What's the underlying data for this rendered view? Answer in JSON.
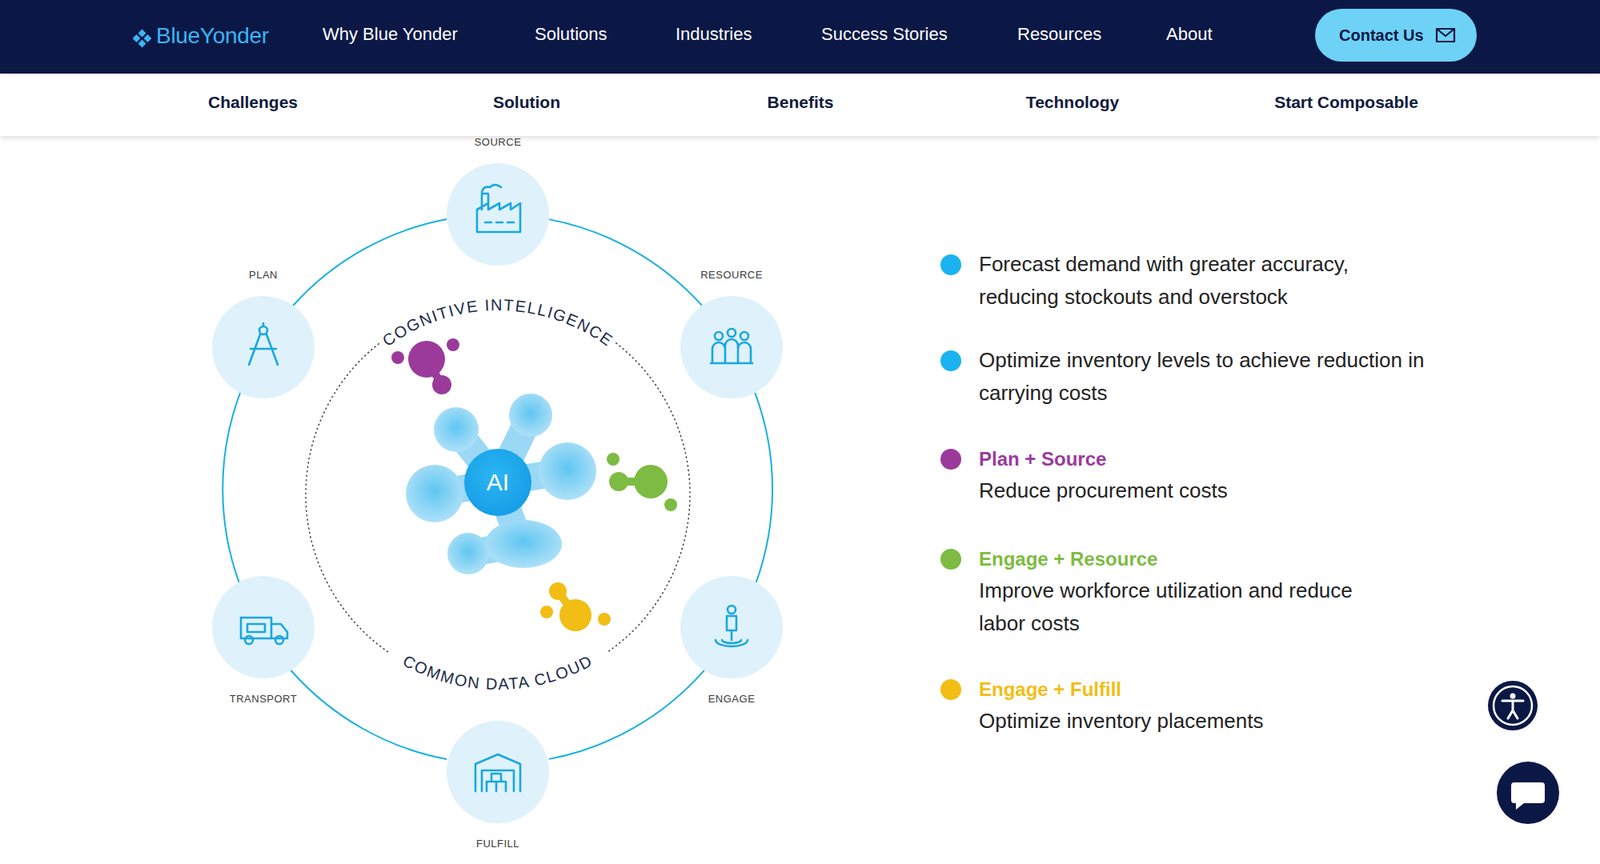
{
  "diagram": {
    "nodes": [
      {
        "text": [
          "Contact Us"
        ]
      },
      {
        "text": [
          "SOURCE"
        ]
      },
      {
        "text": [
          "RESOURCE"
        ]
      },
      {
        "text": [
          "ENGAGE"
        ]
      },
      {
        "text": [
          "FULFILL"
        ]
      },
      {
        "text": [
          "TRANSPORT"
        ]
      },
      {
        "text": [
          "PLAN"
        ]
      },
      {
        "text": [
          "AI"
        ]
      }
    ],
    "edges": [
      {
        "from": 1,
        "to": 2,
        "arrow": "none"
      },
      {
        "from": 2,
        "to": 3,
        "arrow": "none"
      },
      {
        "from": 3,
        "to": 4,
        "arrow": "none"
      },
      {
        "from": 4,
        "to": 5,
        "arrow": "none"
      },
      {
        "from": 5,
        "to": 6,
        "arrow": "none"
      },
      {
        "from": 6,
        "to": 1,
        "arrow": "none"
      }
    ],
    "labels": [
      "BlueYonder",
      "Why Blue Yonder",
      "Solutions",
      "Industries",
      "Success Stories",
      "Resources",
      "About",
      "Challenges",
      "Solution",
      "Benefits",
      "Technology",
      "Start Composable",
      "COGNITIVE INTELLIGENCE",
      "COMMON DATA CLOUD",
      "Reduce procurement costs",
      "Improve workforce utilization and reduce labor costs",
      "Optimize inventory placements"
    ],
    "legend": [
      {
        "text": "Forecast demand with greater accuracy, reducing stockouts and overstock",
        "color": "#1ab3ef"
      },
      {
        "text": "Optimize inventory levels to achieve reduction in carrying costs",
        "color": "#1ab3ef"
      },
      {
        "text": "Plan + Source",
        "color": "#9b3a9b"
      },
      {
        "text": "Engage + Resource",
        "color": "#7dbb42"
      },
      {
        "text": "Engage + Fulfill",
        "color": "#f2bd14"
      }
    ]
  }
}
